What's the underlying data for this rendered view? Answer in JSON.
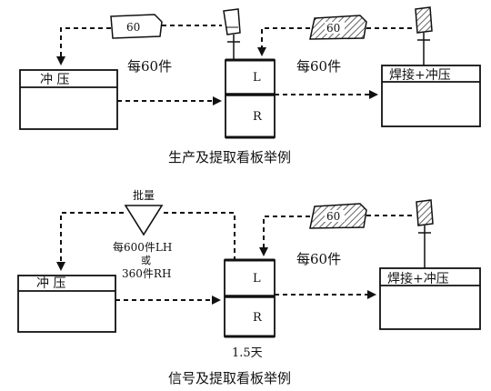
{
  "diagram1": {
    "caption": "生产及提取看板举例",
    "left_process": "冲 压",
    "right_process": "焊接+冲压",
    "label_left": "每60件",
    "label_right": "每60件",
    "card_left": "60",
    "card_right": "60",
    "store_top": "L",
    "store_bottom": "R"
  },
  "diagram2": {
    "caption": "信号及提取看板举例",
    "left_process": "冲 压",
    "right_process": "焊接+冲压",
    "signal_label": "批量",
    "signal_note": [
      "每600件LH",
      "或",
      "360件RH"
    ],
    "label_right": "每60件",
    "card_right": "60",
    "store_top": "L",
    "store_bottom": "R",
    "time_label": "1.5天"
  }
}
